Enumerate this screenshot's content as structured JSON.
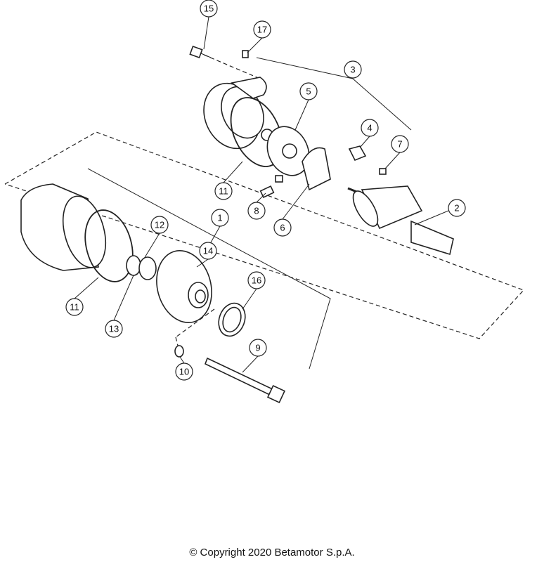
{
  "diagram": {
    "callouts": [
      {
        "label": "15"
      },
      {
        "label": "17"
      },
      {
        "label": "3"
      },
      {
        "label": "5"
      },
      {
        "label": "4"
      },
      {
        "label": "7"
      },
      {
        "label": "11"
      },
      {
        "label": "8"
      },
      {
        "label": "6"
      },
      {
        "label": "2"
      },
      {
        "label": "12"
      },
      {
        "label": "1"
      },
      {
        "label": "14"
      },
      {
        "label": "16"
      },
      {
        "label": "11"
      },
      {
        "label": "13"
      },
      {
        "label": "9"
      },
      {
        "label": "10"
      }
    ]
  },
  "footer": {
    "copyright": "© Copyright 2020 Betamotor S.p.A."
  }
}
